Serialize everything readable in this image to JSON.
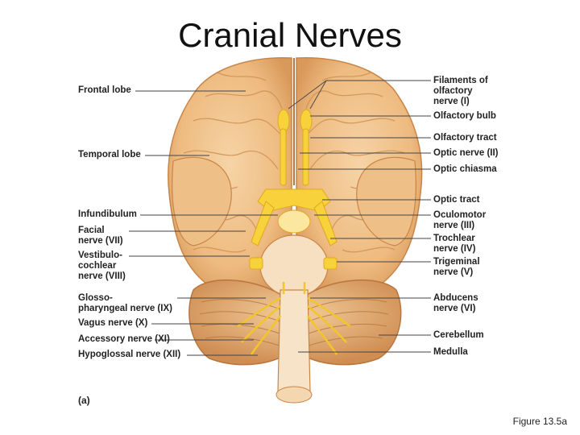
{
  "title": "Cranial Nerves",
  "labels_left": [
    {
      "id": "frontal-lobe",
      "text": "Frontal lobe"
    },
    {
      "id": "temporal-lobe",
      "text": "Temporal lobe"
    },
    {
      "id": "infundibulum",
      "text": "Infundibulum"
    },
    {
      "id": "facial-nerve",
      "text": "Facial\nnerve (VII)"
    },
    {
      "id": "vestibulocochlear-nerve",
      "text": "Vestibulo-\ncochlear\nnerve (VIII)"
    },
    {
      "id": "glossopharyngeal-nerve",
      "text": "Glosso-\npharyngeal nerve (IX)"
    },
    {
      "id": "vagus-nerve",
      "text": "Vagus nerve (X)"
    },
    {
      "id": "accessory-nerve",
      "text": "Accessory nerve (XI)"
    },
    {
      "id": "hypoglossal-nerve",
      "text": "Hypoglossal nerve (XII)"
    }
  ],
  "labels_right": [
    {
      "id": "olfactory-filaments",
      "text": "Filaments of\nolfactory\nnerve (I)"
    },
    {
      "id": "olfactory-bulb",
      "text": "Olfactory bulb"
    },
    {
      "id": "olfactory-tract",
      "text": "Olfactory tract"
    },
    {
      "id": "optic-nerve",
      "text": "Optic nerve (II)"
    },
    {
      "id": "optic-chiasma",
      "text": "Optic chiasma"
    },
    {
      "id": "optic-tract",
      "text": "Optic tract"
    },
    {
      "id": "oculomotor-nerve",
      "text": "Oculomotor\nnerve (III)"
    },
    {
      "id": "trochlear-nerve",
      "text": "Trochlear\nnerve (IV)"
    },
    {
      "id": "trigeminal-nerve",
      "text": "Trigeminal\nnerve (V)"
    },
    {
      "id": "abducens-nerve",
      "text": "Abducens\nnerve (VI)"
    },
    {
      "id": "cerebellum",
      "text": "Cerebellum"
    },
    {
      "id": "medulla",
      "text": "Medulla"
    }
  ],
  "panel_label": "(a)",
  "figure_caption": "Figure 13.5a",
  "colors": {
    "brain": "#f1c48f",
    "brain_dark": "#d9995a",
    "nerve": "#f7d23a",
    "nerve_dark": "#e0a820",
    "leader": "#444444"
  }
}
